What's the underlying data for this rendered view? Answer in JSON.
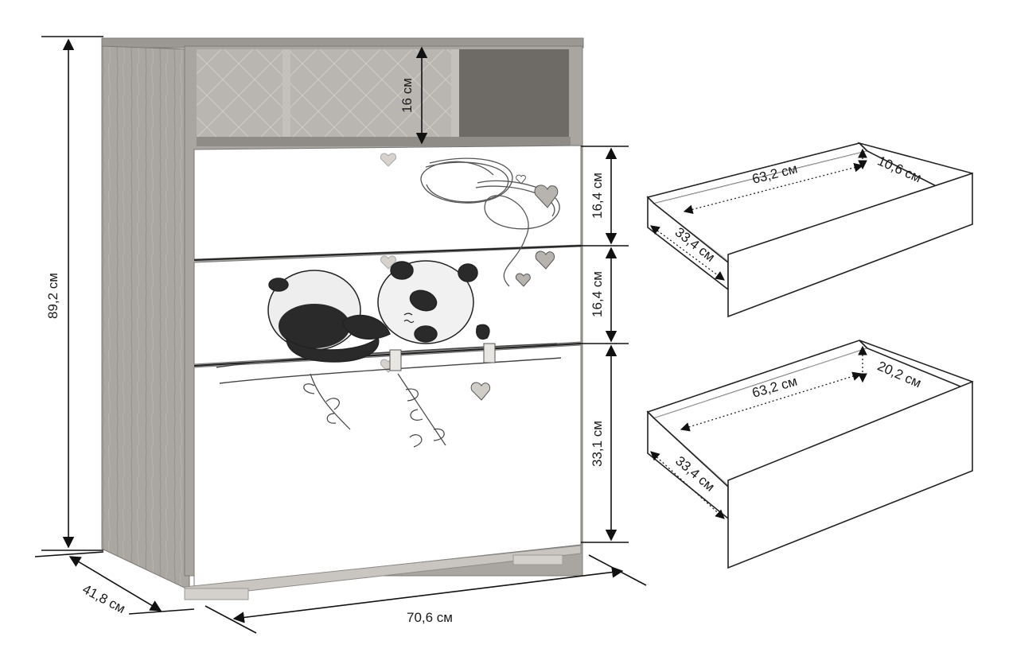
{
  "dresser": {
    "total_height": "89,2 см",
    "depth": "41,8 см",
    "width": "70,6 см",
    "shelf_height": "16 см",
    "drawer1_height": "16,4 см",
    "drawer2_height": "16,4 см",
    "drawer3_height": "33,1 см"
  },
  "drawer_small": {
    "inner_length": "63,2 см",
    "inner_height": "10,6 см",
    "inner_depth": "33,4 см"
  },
  "drawer_large": {
    "inner_length": "63,2 см",
    "inner_height": "20,2 см",
    "inner_depth": "33,4 см"
  },
  "colors": {
    "wood": "#a9a6a1",
    "wood_dark": "#8e8b86",
    "front": "#ffffff",
    "line": "#111111"
  },
  "icons": {
    "panda": "panda-illustration",
    "heart": "heart-icon",
    "bamboo": "bamboo-illustration"
  }
}
